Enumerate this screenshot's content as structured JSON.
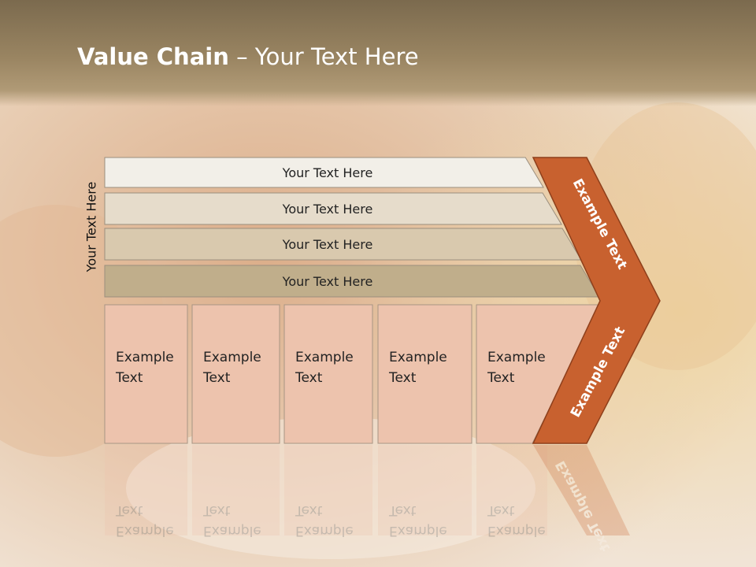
{
  "slide": {
    "title_bold": "Value Chain",
    "title_rest": " – Your Text Here",
    "side_label": "Your Text Here"
  },
  "rows": [
    {
      "label": "Your Text Here",
      "fill": "#f2efe8"
    },
    {
      "label": "Your Text Here",
      "fill": "#e6dccb"
    },
    {
      "label": "Your Text Here",
      "fill": "#d9c9ae"
    },
    {
      "label": "Your Text Here",
      "fill": "#c0ae8b"
    }
  ],
  "columns": [
    {
      "line1": "Example",
      "line2": "Text"
    },
    {
      "line1": "Example",
      "line2": "Text"
    },
    {
      "line1": "Example",
      "line2": "Text"
    },
    {
      "line1": "Example",
      "line2": "Text"
    },
    {
      "line1": "Example",
      "line2": "Text"
    }
  ],
  "chevron": {
    "upper_label": "Example Text",
    "lower_label": "Example Text",
    "color": "#c8612f"
  },
  "column_fill": "#edc3ad"
}
